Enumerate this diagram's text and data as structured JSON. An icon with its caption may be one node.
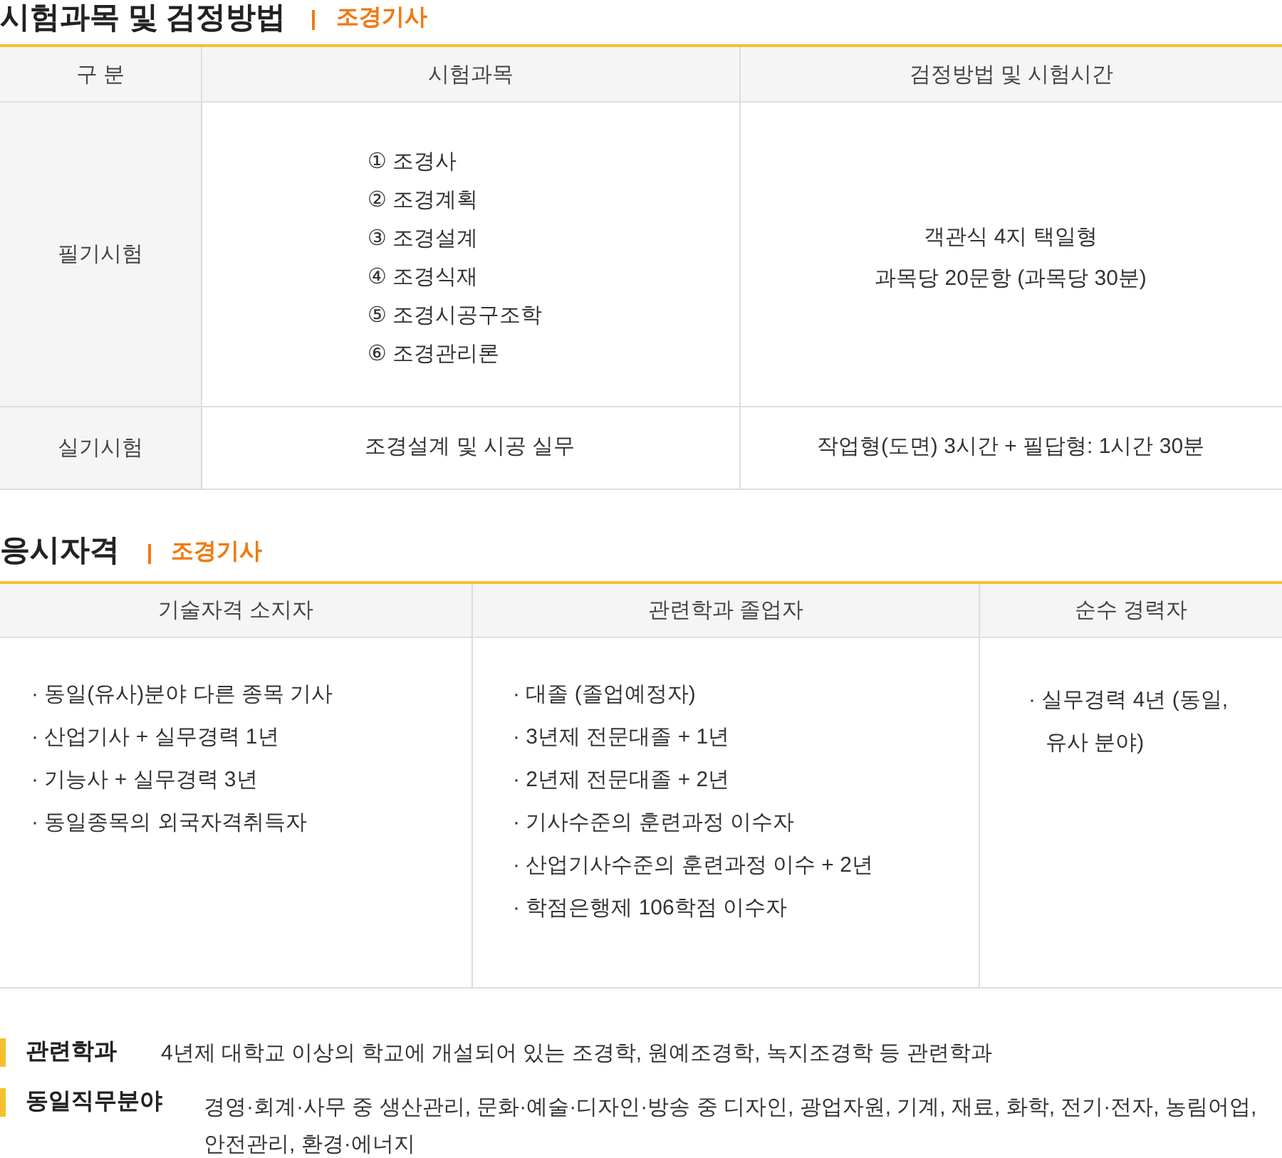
{
  "diagram": {
    "labels": [
      "시험과목 및 검정방법",
      "조경기사",
      "구 분",
      "시험과목",
      "검정방법 및 시험시간",
      "필기시험",
      "① 조경사",
      "② 조경계획",
      "③ 조경설계",
      "④ 조경식재",
      "⑤ 조경시공구조학",
      "⑥ 조경관리론",
      "객관식 4지 택일형",
      "과목당 20문항 (과목당 30분)",
      "실기시험",
      "조경설계 및 시공 실무",
      "작업형(도면) 3시간 + 필답형: 1시간 30분",
      "응시자격",
      "조경기사",
      "기술자격 소지자",
      "관련학과 졸업자",
      "순수 경력자",
      "· 동일(유사)분야 다른 종목 기사",
      "· 산업기사 + 실무경력 1년",
      "· 기능사 + 실무경력 3년",
      "· 동일종목의 외국자격취득자",
      "· 대졸 (졸업예정자)",
      "· 3년제 전문대졸 + 1년",
      "· 2년제 전문대졸 + 2년",
      "· 기사수준의 훈련과정 이수자",
      "· 산업기사수준의 훈련과정 이수 + 2년",
      "· 학점은행제 106학점 이수자",
      "· 실무경력 4년 (동일, 유사 분야)",
      "관련학과",
      "4년제 대학교 이상의 학교에 개설되어 있는 조경학, 원예조경학, 녹지조경학 등 관련학과",
      "동일직무분야",
      "경영·회계·사무 중 생산관리, 문화·예술·디자인·방송 중 디자인, 광업자원, 기계, 재료, 화학, 전기·전자, 농림어업, 안전관리, 환경·에너지"
    ]
  }
}
